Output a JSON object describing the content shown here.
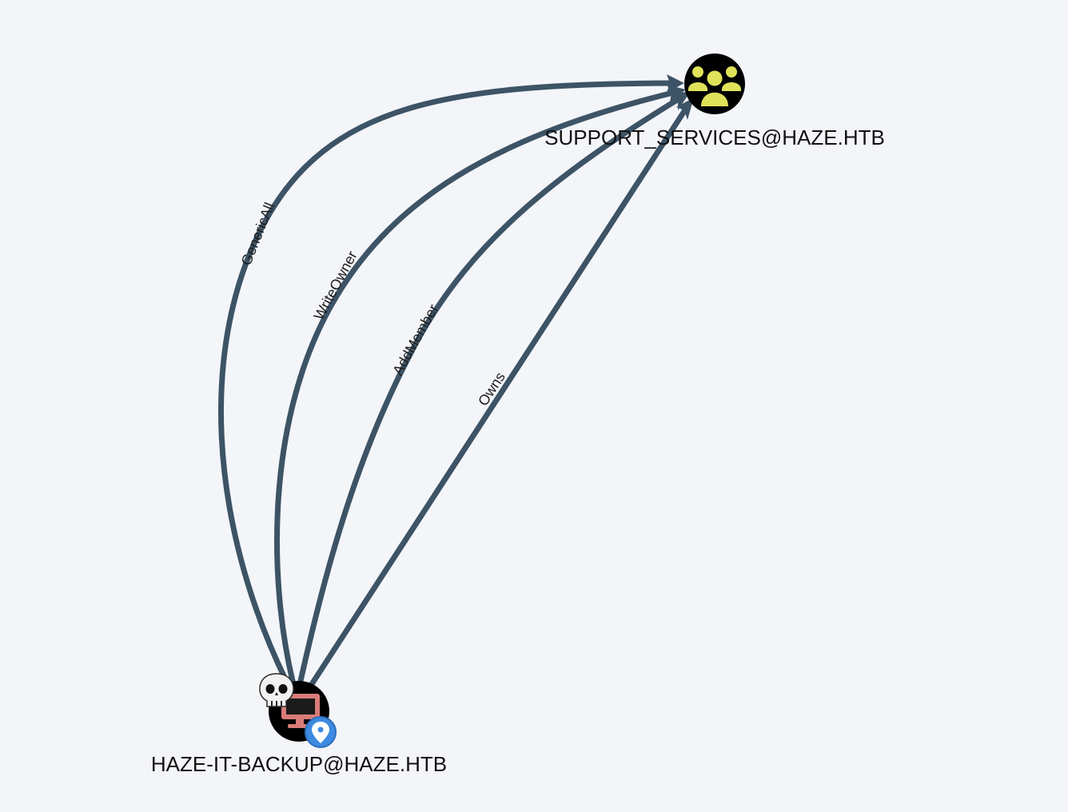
{
  "graph": {
    "nodes": [
      {
        "id": "support",
        "label": "SUPPORT_SERVICES@HAZE.HTB",
        "kind": "group",
        "icon": "users-group-icon",
        "icon_color": "#dfe259"
      },
      {
        "id": "backup",
        "label": "HAZE-IT-BACKUP@HAZE.HTB",
        "kind": "computer",
        "icon": "computer-monitor-icon",
        "icon_color": "#d97c78",
        "badges": [
          "skull-icon",
          "location-pin-icon"
        ]
      }
    ],
    "edges": [
      {
        "label": "GenericAll",
        "from": "backup",
        "to": "support"
      },
      {
        "label": "WriteOwner",
        "from": "backup",
        "to": "support"
      },
      {
        "label": "AddMember",
        "from": "backup",
        "to": "support"
      },
      {
        "label": "Owns",
        "from": "backup",
        "to": "support"
      }
    ],
    "colors": {
      "background": "#f3f5f9",
      "edge": "#3d5366",
      "node_fill": "#000000",
      "pin_badge": "#3d8ae0"
    }
  }
}
